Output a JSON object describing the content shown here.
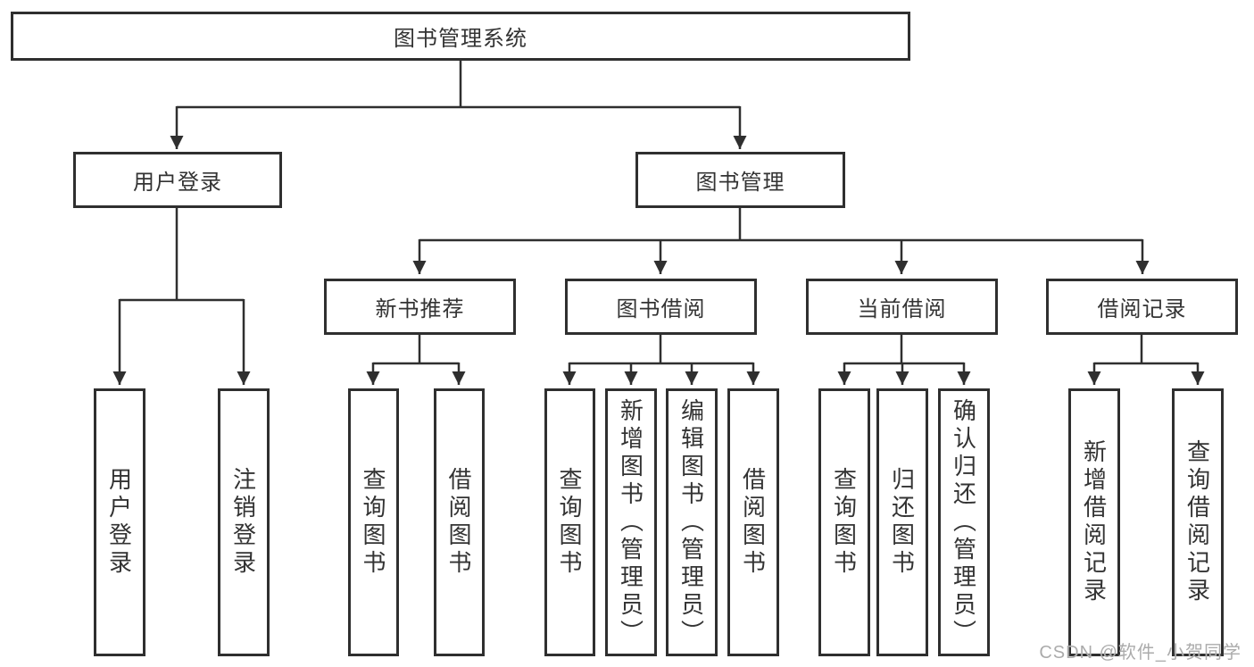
{
  "diagram": {
    "root_label": "图书管理系统",
    "user_login": {
      "label": "用户登录",
      "children": [
        "用户登录",
        "注销登录"
      ]
    },
    "book_mgmt": {
      "label": "图书管理"
    },
    "new_books": {
      "label": "新书推荐",
      "children": [
        "查询图书",
        "借阅图书"
      ]
    },
    "borrowing": {
      "label": "图书借阅",
      "children": [
        "查询图书",
        "新增图书（管理员）",
        "编辑图书（管理员）",
        "借阅图书"
      ]
    },
    "current": {
      "label": "当前借阅",
      "children": [
        "查询图书",
        "归还图书",
        "确认归还（管理员）"
      ]
    },
    "records": {
      "label": "借阅记录",
      "children": [
        "新增借阅记录",
        "查询借阅记录"
      ]
    }
  },
  "watermark": "CSDN @软件_小贺同学",
  "colors": {
    "line": "#2f2f2f",
    "text": "#333333",
    "background": "#ffffff",
    "watermark": "#ababab"
  }
}
